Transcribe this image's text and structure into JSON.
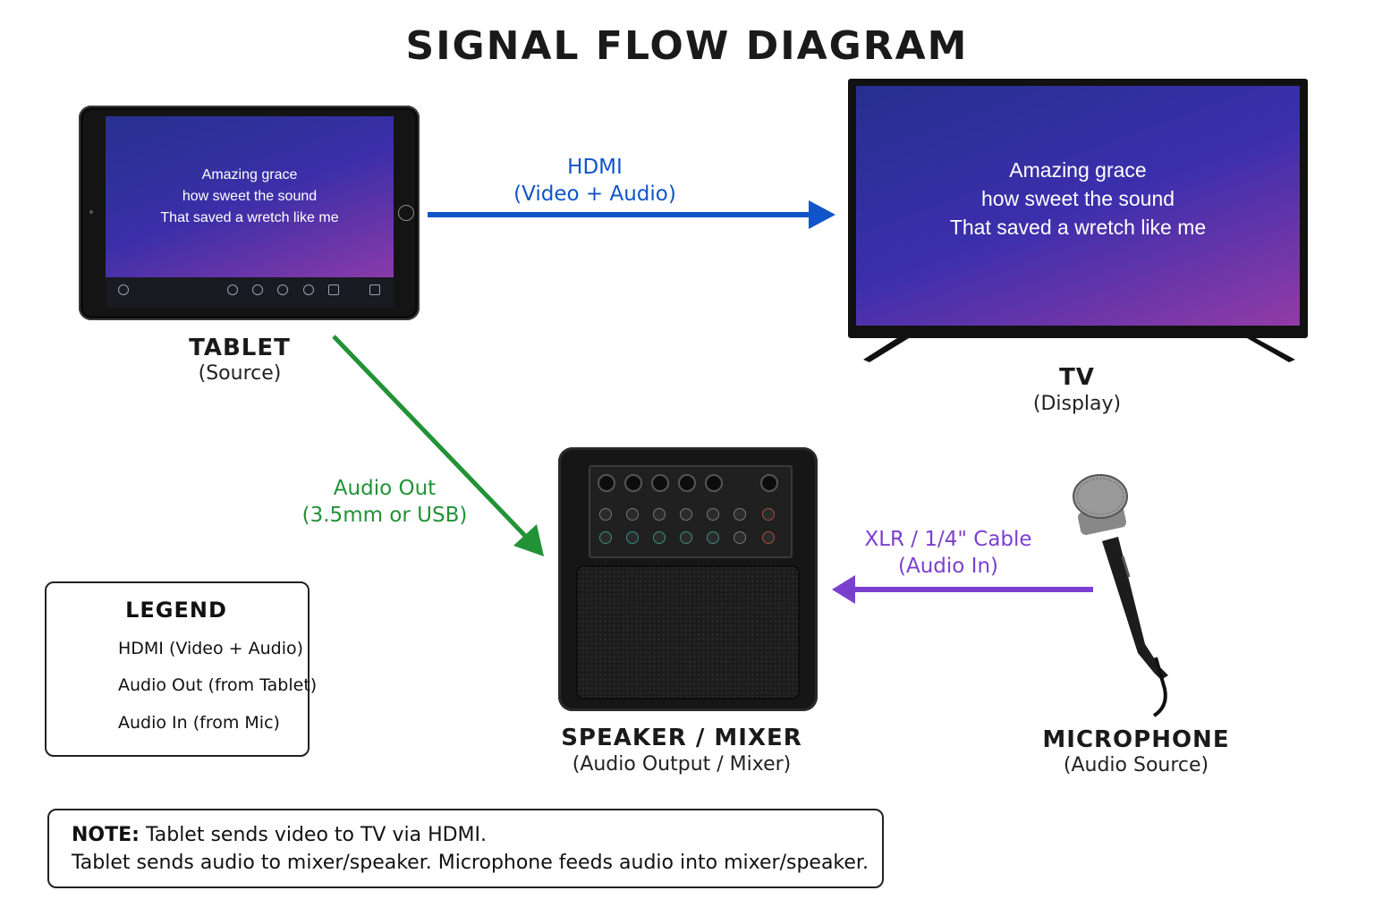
{
  "title": "SIGNAL FLOW DIAGRAM",
  "colors": {
    "hdmi": "#1055c8",
    "audio_out": "#229236",
    "audio_in": "#7b3fd0"
  },
  "lyrics": [
    "Amazing grace",
    "how sweet the sound",
    "That saved a wretch like me"
  ],
  "devices": {
    "tablet": {
      "name": "TABLET",
      "role": "(Source)"
    },
    "tv": {
      "name": "TV",
      "role": "(Display)"
    },
    "speaker": {
      "name": "SPEAKER / MIXER",
      "role": "(Audio Output / Mixer)"
    },
    "microphone": {
      "name": "MICROPHONE",
      "role": "(Audio Source)"
    }
  },
  "connections": {
    "hdmi": {
      "line1": "HDMI",
      "line2": "(Video + Audio)"
    },
    "audio_out": {
      "line1": "Audio Out",
      "line2": "(3.5mm or USB)"
    },
    "audio_in": {
      "line1": "XLR / 1/4\" Cable",
      "line2": "(Audio In)"
    }
  },
  "legend": {
    "title": "LEGEND",
    "items": [
      {
        "label": "HDMI (Video + Audio)",
        "color": "#1055c8"
      },
      {
        "label": "Audio Out (from Tablet)",
        "color": "#229236"
      },
      {
        "label": "Audio In (from Mic)",
        "color": "#7b3fd0"
      }
    ]
  },
  "note": {
    "bold": "NOTE:",
    "line1": " Tablet sends video to TV via HDMI.",
    "line2": "Tablet sends audio to mixer/speaker. Microphone feeds audio into mixer/speaker."
  }
}
